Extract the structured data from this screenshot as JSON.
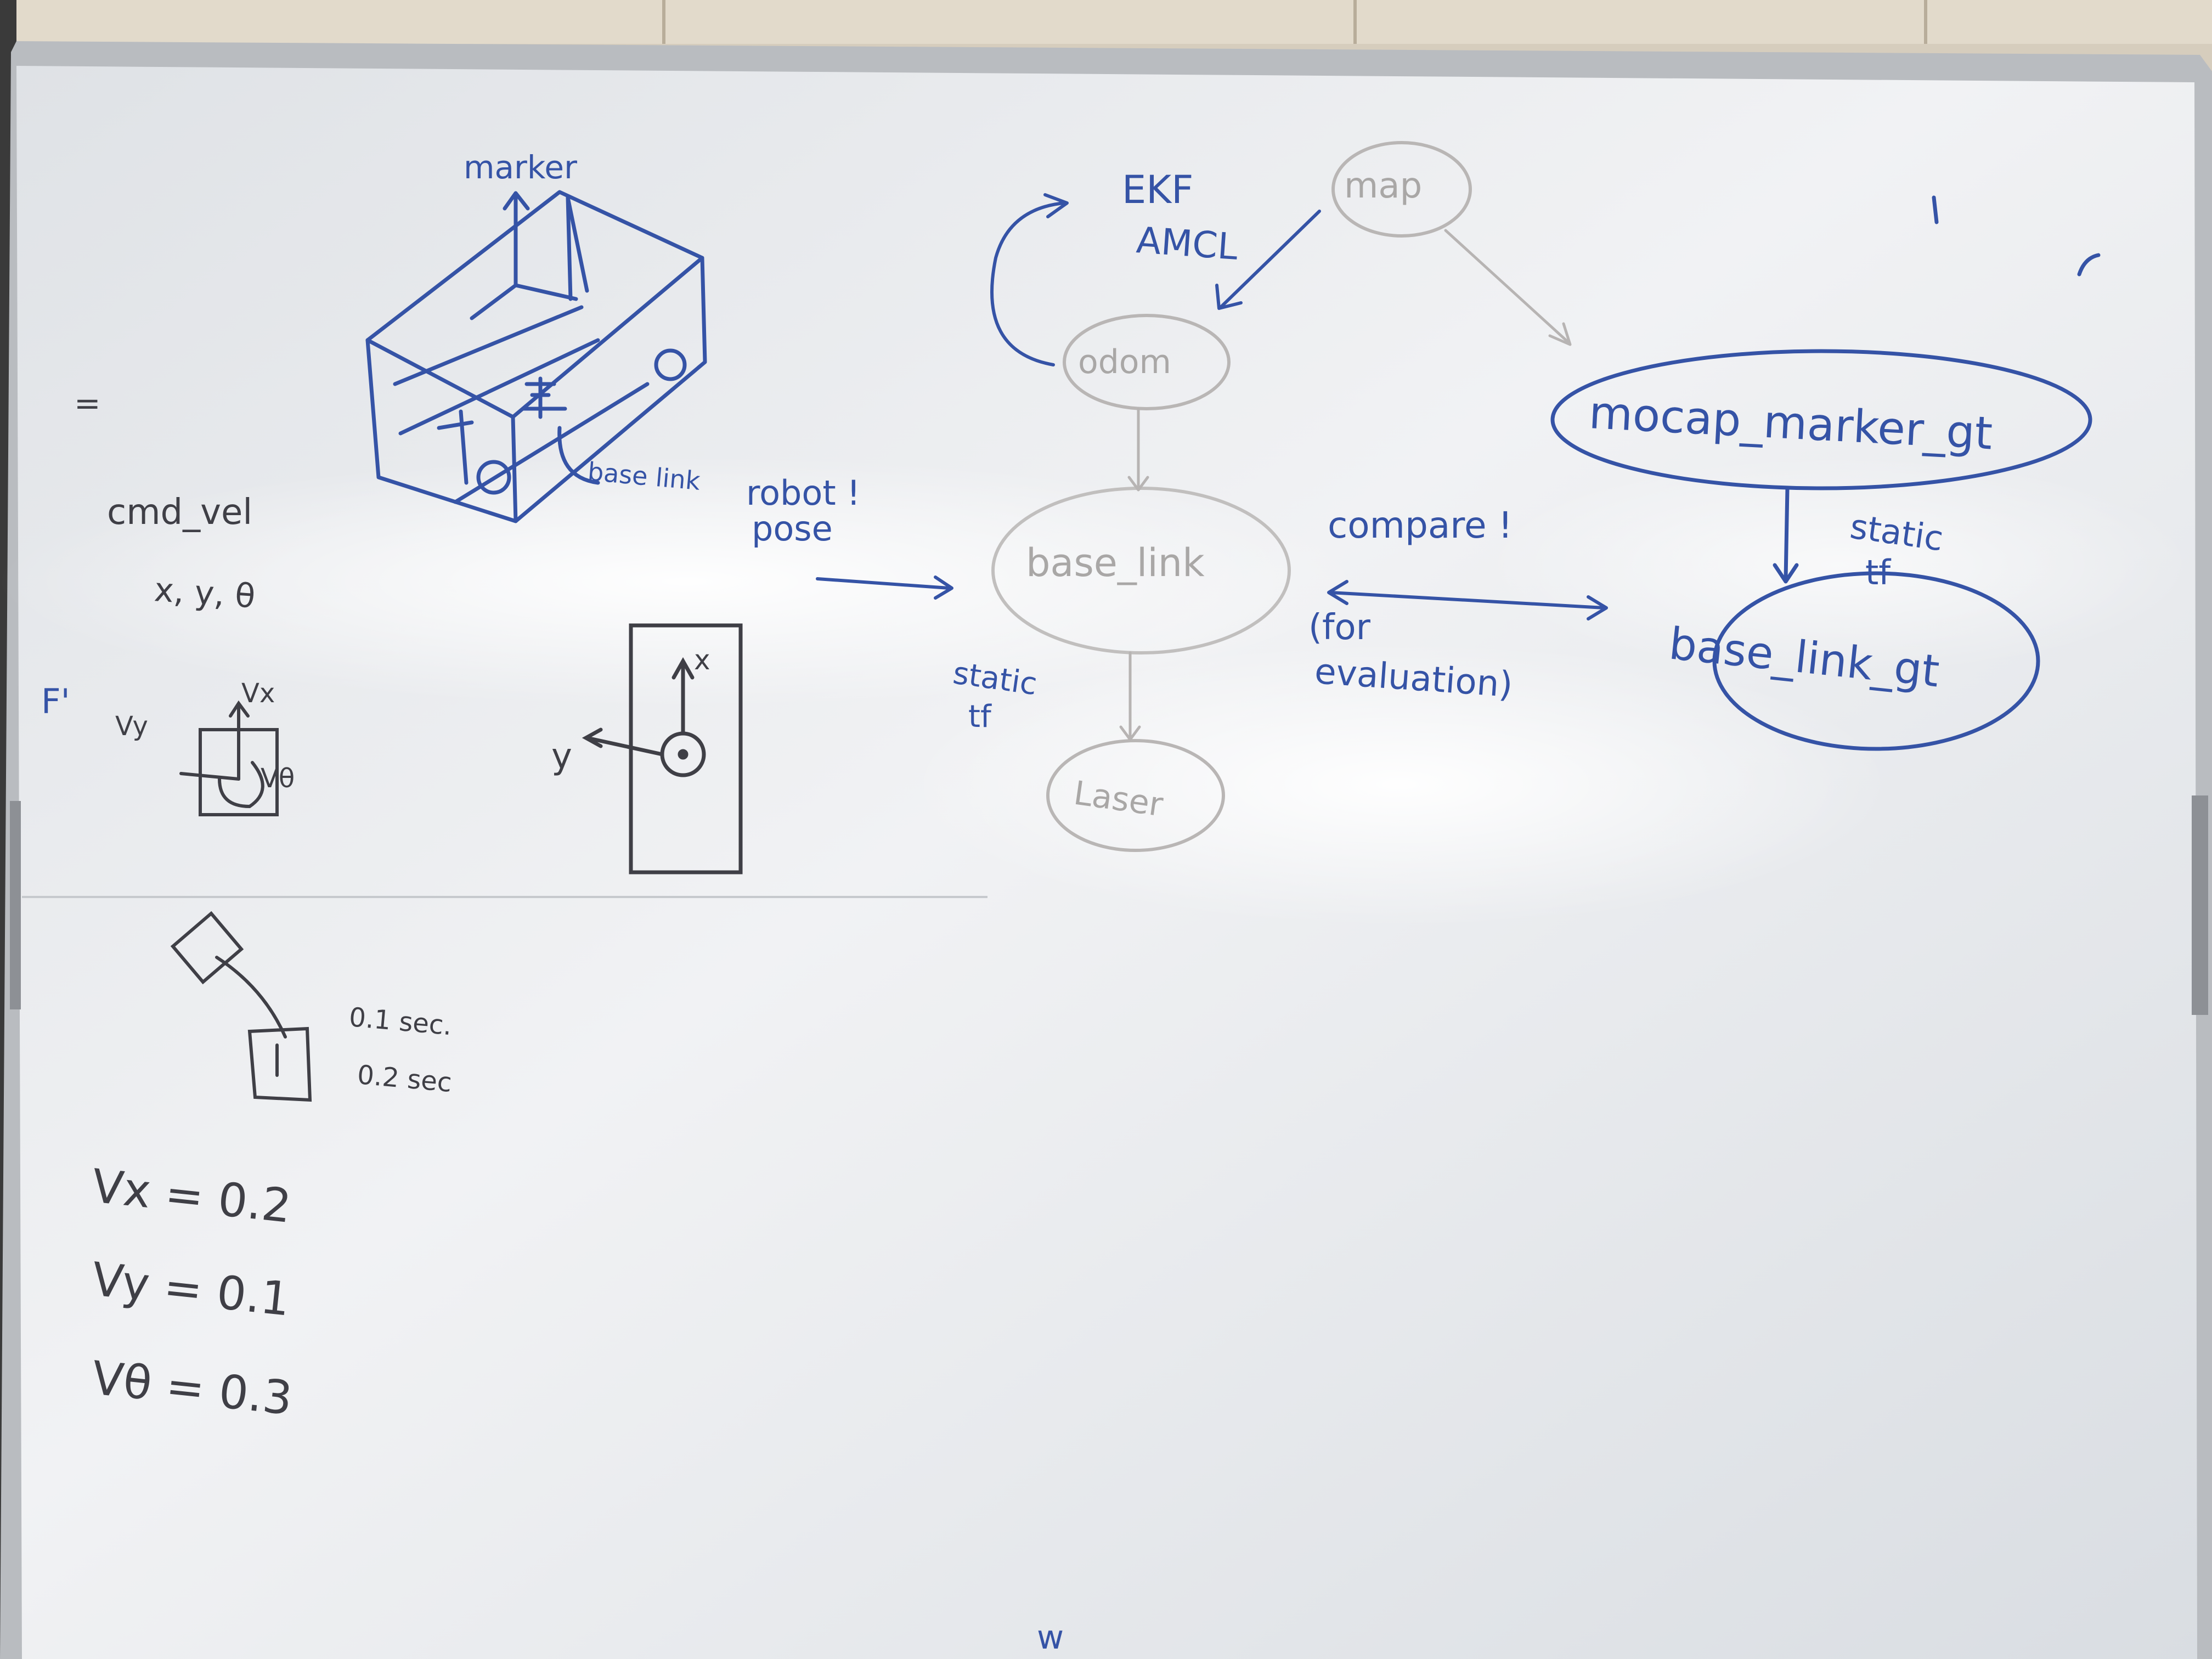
{
  "colors": {
    "wall": "#d8d0c2",
    "board": "#eef0f2",
    "blue_marker": "#3553a6",
    "black_marker": "#3f3f46",
    "faded_marker": "#a9a7a6"
  },
  "isometric_sketch": {
    "marker_label": "marker",
    "base_link_label": "base link"
  },
  "left_notes": {
    "cmd_vel": "cmd_vel",
    "xy_theta": "x, y, θ",
    "vx": "Vx",
    "vy": "Vy",
    "vtheta": "Vθ",
    "f_mark": "F'",
    "equals_mark": "=",
    "frame_x": "x",
    "frame_y": "y",
    "t1": "0.1 sec.",
    "t2": "0.2 sec",
    "eq_vx": "Vx = 0.2",
    "eq_vy": "Vy = 0.1",
    "eq_vtheta": "Vθ = 0.3"
  },
  "tf_diagram": {
    "ekf": "EKF",
    "amcl": "AMCL",
    "map": "map",
    "odom": "odom",
    "robot_pose_line1": "robot !",
    "robot_pose_line2": "pose",
    "base_link": "base_link",
    "static_tf_1_line1": "static",
    "static_tf_1_line2": "tf",
    "laser": "Laser",
    "compare": "compare !",
    "for_eval_line1": "(for",
    "for_eval_line2": "evaluation)",
    "mocap": "mocap_marker_gt",
    "static_tf_2_line1": "static",
    "static_tf_2_line2": "tf",
    "base_link_gt": "base_link_gt"
  },
  "stray_marks": {
    "bottom_w": "w"
  }
}
